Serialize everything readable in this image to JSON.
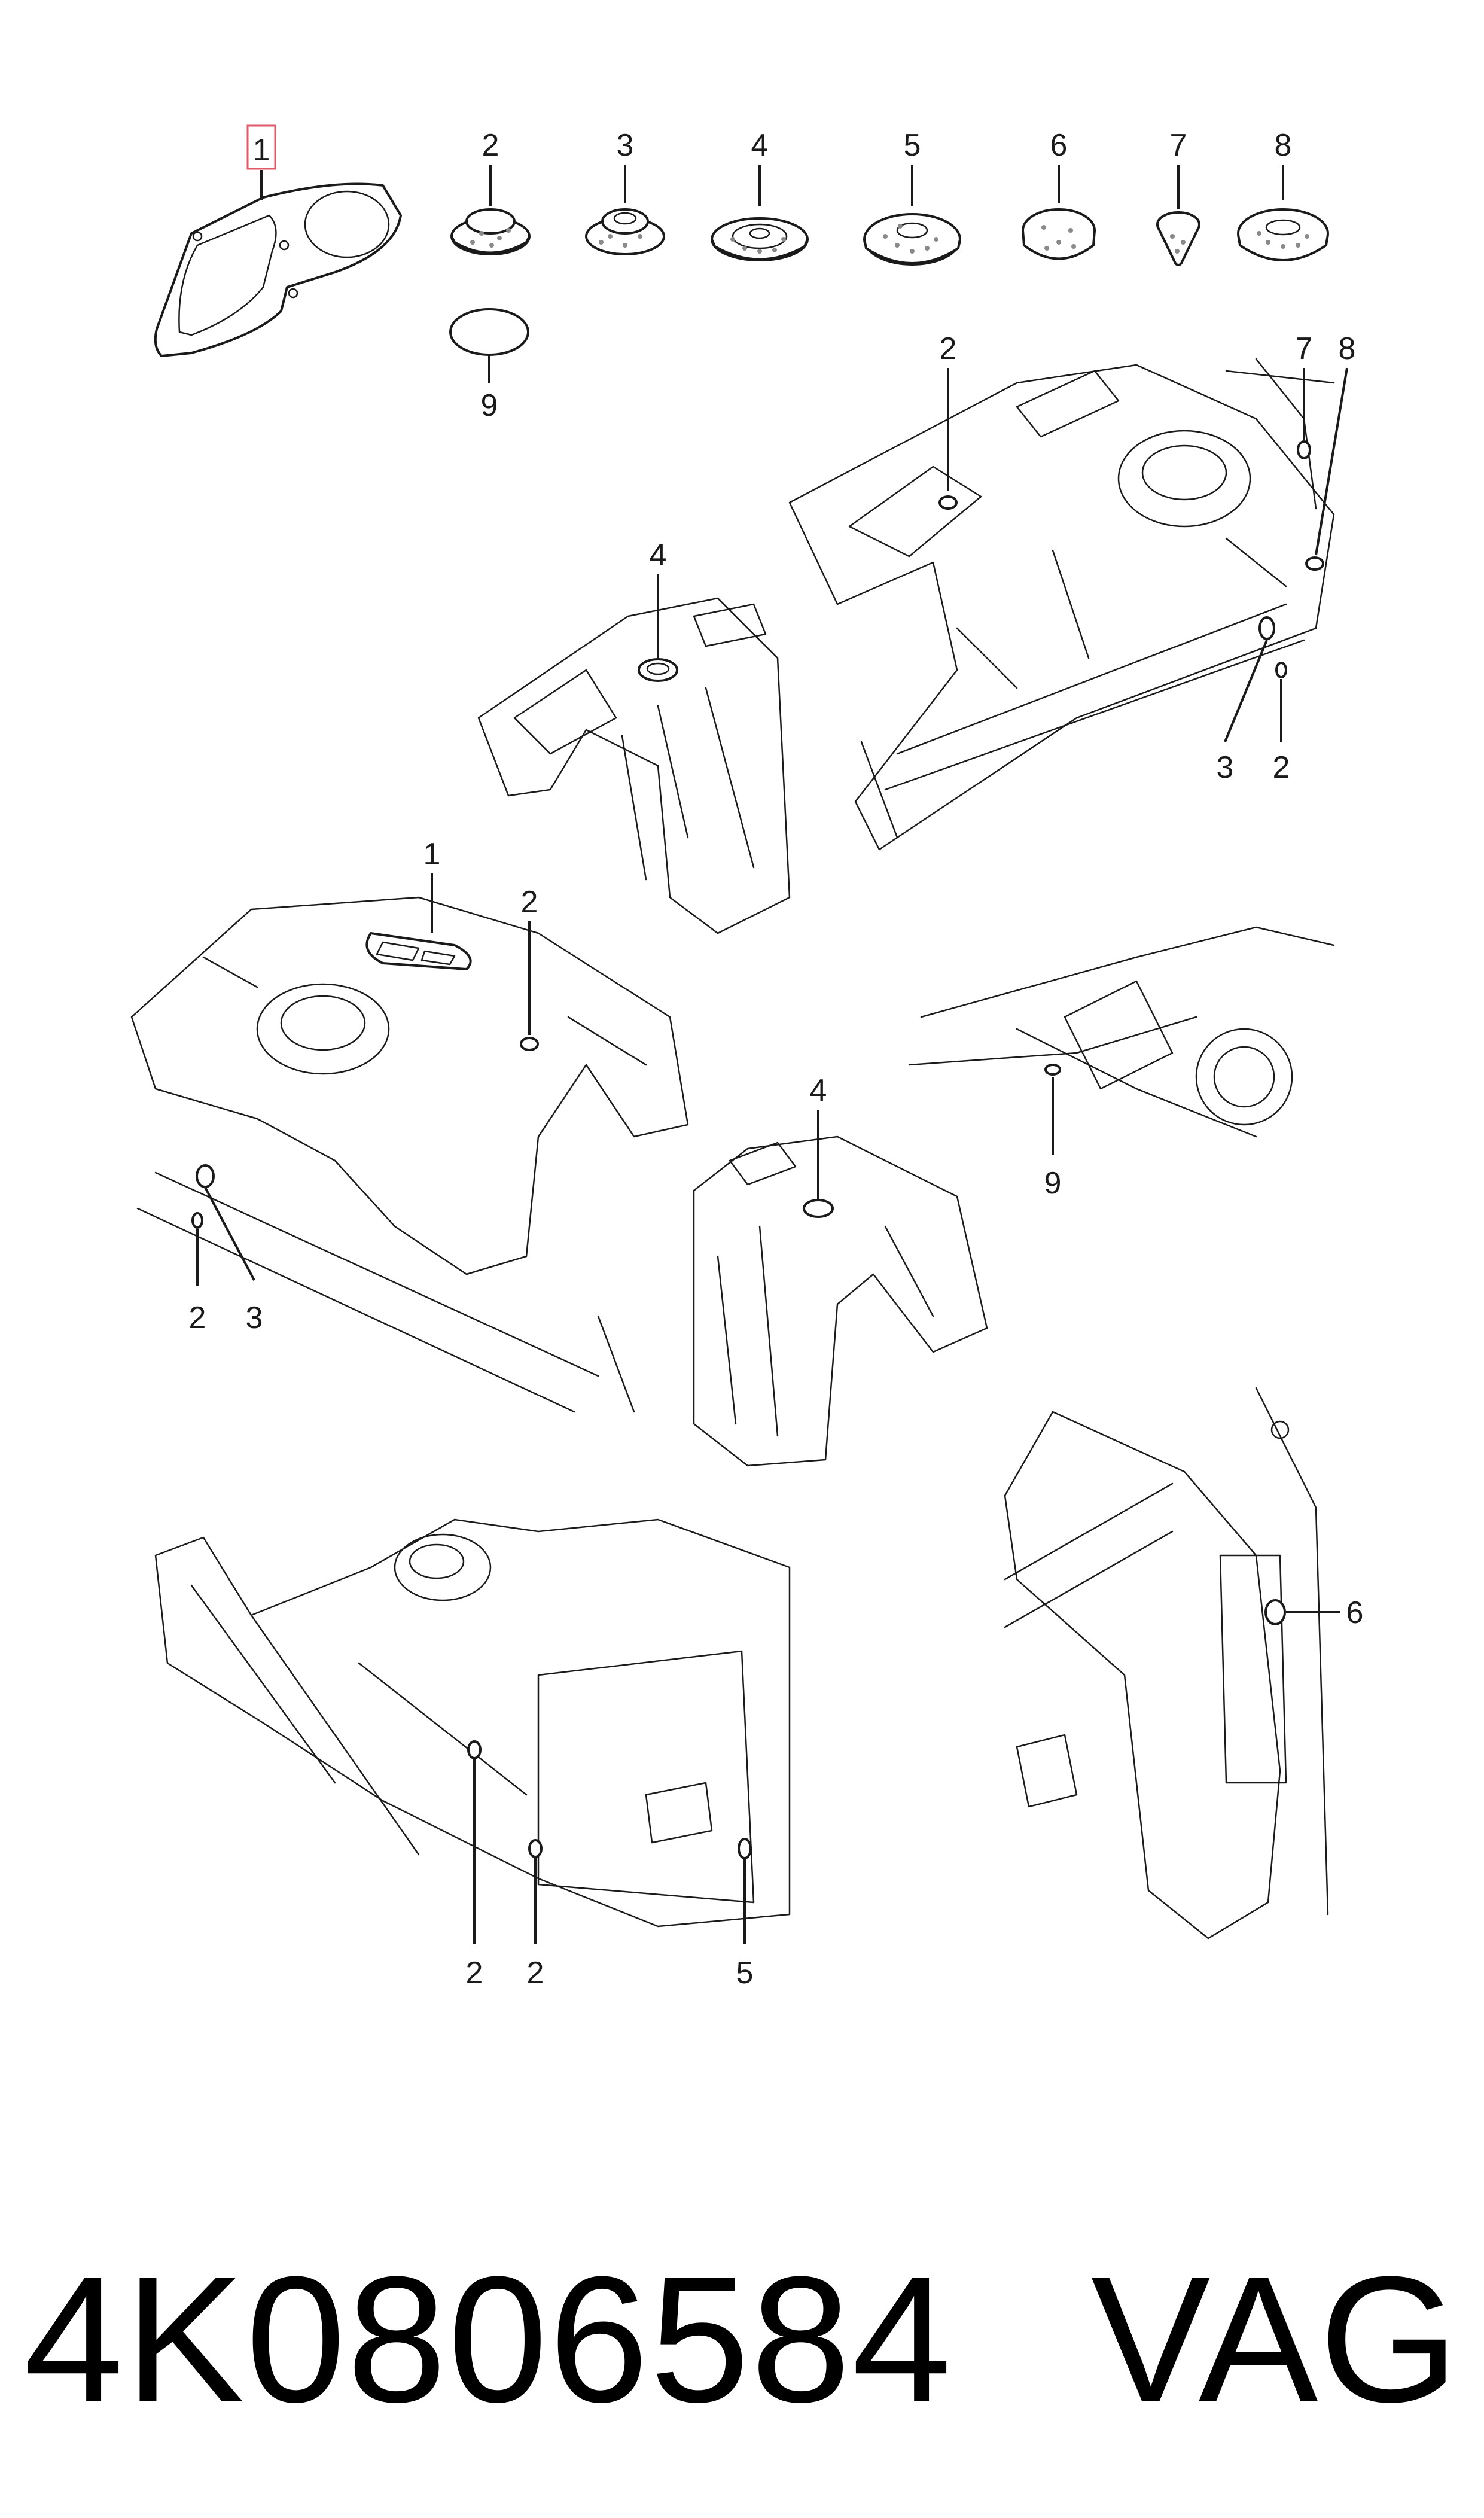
{
  "callouts": {
    "c1": "1",
    "c2": "2",
    "c3": "3",
    "c4": "4",
    "c5": "5",
    "c6": "6",
    "c7": "7",
    "c8": "8",
    "c9": "9"
  },
  "part_number": "4K0806584",
  "brand": "VAG",
  "colors": {
    "ink": "#1a1a1a",
    "highlight": "#e05a6a"
  }
}
